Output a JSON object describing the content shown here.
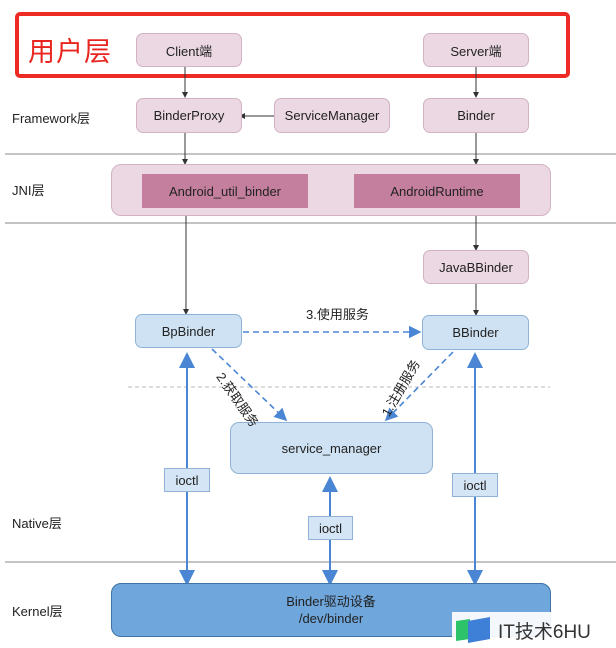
{
  "layers": {
    "user": "用户层",
    "framework": "Framework层",
    "jni": "JNI层",
    "native": "Native层",
    "kernel": "Kernel层"
  },
  "user_layer": {
    "client": "Client端",
    "server": "Server端"
  },
  "framework_layer": {
    "binder_proxy": "BinderProxy",
    "service_manager": "ServiceManager",
    "binder": "Binder"
  },
  "jni_layer": {
    "android_util_binder": "Android_util_binder",
    "android_runtime": "AndroidRuntime"
  },
  "native_layer": {
    "java_bbinder": "JavaBBinder",
    "bp_binder": "BpBinder",
    "b_binder": "BBinder",
    "service_manager": "service_manager",
    "ioctl_left": "ioctl",
    "ioctl_middle": "ioctl",
    "ioctl_right": "ioctl"
  },
  "edges": {
    "use_service": "3.使用服务",
    "get_service": "2.获取服务",
    "register_service": "1.注册服务"
  },
  "kernel_layer": {
    "driver_title": "Binder驱动设备",
    "driver_path": "/dev/binder"
  },
  "watermark": {
    "text": "IT技术6HU"
  },
  "colors": {
    "highlight_red": "#ee2a24",
    "framework_pink": "#ecd8e2",
    "jni_dark_pink": "#c47f9f",
    "native_blue": "#cfe2f3",
    "kernel_blue": "#6fa6dc",
    "arrow_blue": "#4a86d4"
  }
}
